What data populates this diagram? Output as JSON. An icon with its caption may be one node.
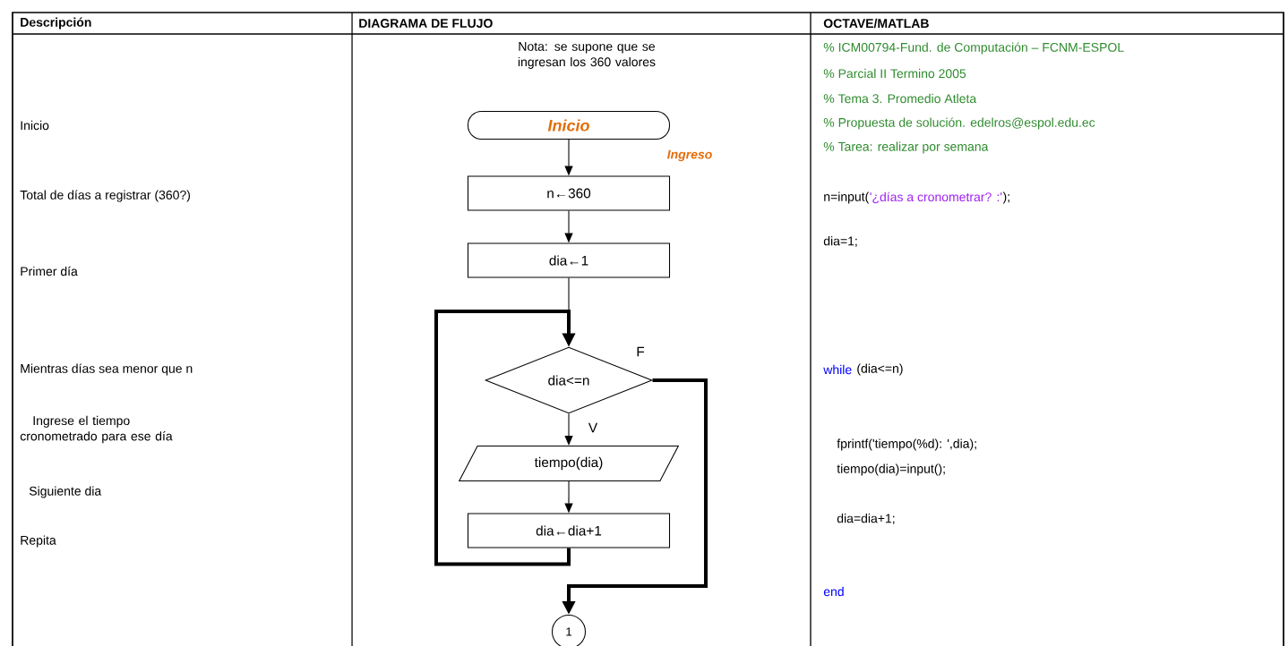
{
  "diagram": {
    "nodes": [
      {
        "text": [
          "Inicio"
        ]
      },
      {
        "text": [
          "n←360"
        ]
      },
      {
        "text": [
          "dia←1"
        ]
      },
      {
        "text": [
          "dia<=n"
        ]
      },
      {
        "text": [
          "tiempo(dia)"
        ]
      },
      {
        "text": [
          "dia←dia+1"
        ]
      },
      {
        "text": [
          "1"
        ]
      }
    ],
    "edges": [
      {
        "from": 0,
        "to": 1,
        "arrow": "to"
      },
      {
        "from": 1,
        "to": 2,
        "arrow": "to"
      },
      {
        "from": 2,
        "to": 3,
        "arrow": "to"
      },
      {
        "from": 3,
        "to": 4,
        "arrow": "to",
        "label": "V"
      },
      {
        "from": 4,
        "to": 5,
        "arrow": "to"
      },
      {
        "from": 5,
        "to": 3,
        "arrow": "to",
        "style": "thick"
      },
      {
        "from": 3,
        "to": 6,
        "arrow": "to",
        "label": "F",
        "style": "thick"
      }
    ],
    "labels": [
      "Descripción",
      "DIAGRAMA DE FLUJO",
      "OCTAVE/MATLAB",
      "Nota: se supone que se ingresan los 360 valores",
      "% ICM00794-Fund. de Computación – FCNM-ESPOL",
      "% Parcial II Termino 2005",
      "% Tema 3. Promedio Atleta",
      "% Propuesta de solución. edelros@espol.edu.ec",
      "% Tarea: realizar por semana",
      "Inicio",
      "Ingreso",
      "Total de días a registrar (360?)",
      "n=input(",
      "'¿días a cronometrar? :'",
      ");",
      "dia=1;",
      "Primer día",
      "Mientras días sea menor que n",
      "while",
      "(dia<=n)",
      "Ingrese el tiempo cronometrado para ese día",
      "fprintf('tiempo(%d): ',dia);",
      "tiempo(dia)=input();",
      "Siguiente dia",
      "dia=dia+1;",
      "Repita",
      "end"
    ]
  }
}
